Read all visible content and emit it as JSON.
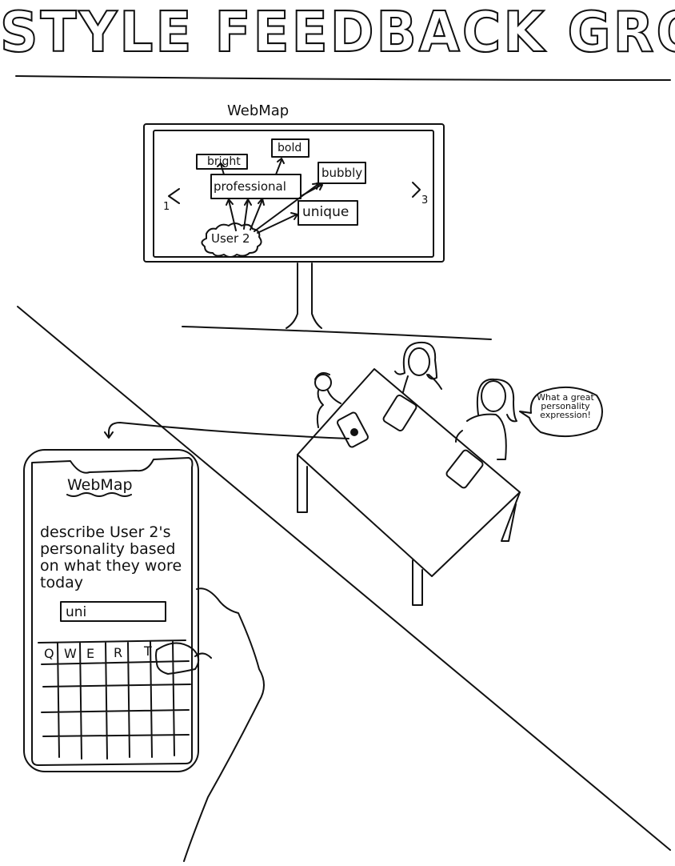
{
  "title": "STYLE FEEDBACK GROUP",
  "screen": {
    "heading": "WebMap",
    "page_left": "1",
    "page_right": "3",
    "nodes": {
      "user": "User 2",
      "professional": "professional",
      "bright": "bright",
      "bold": "bold",
      "bubbly": "bubbly",
      "unique": "unique"
    }
  },
  "speech_bubble": "What a great personality expression!",
  "phone": {
    "heading": "WebMap",
    "prompt": "describe User 2's personality based on what they wore today",
    "input_value": "uni",
    "keys": [
      "Q",
      "W",
      "E",
      "R",
      "T"
    ]
  }
}
